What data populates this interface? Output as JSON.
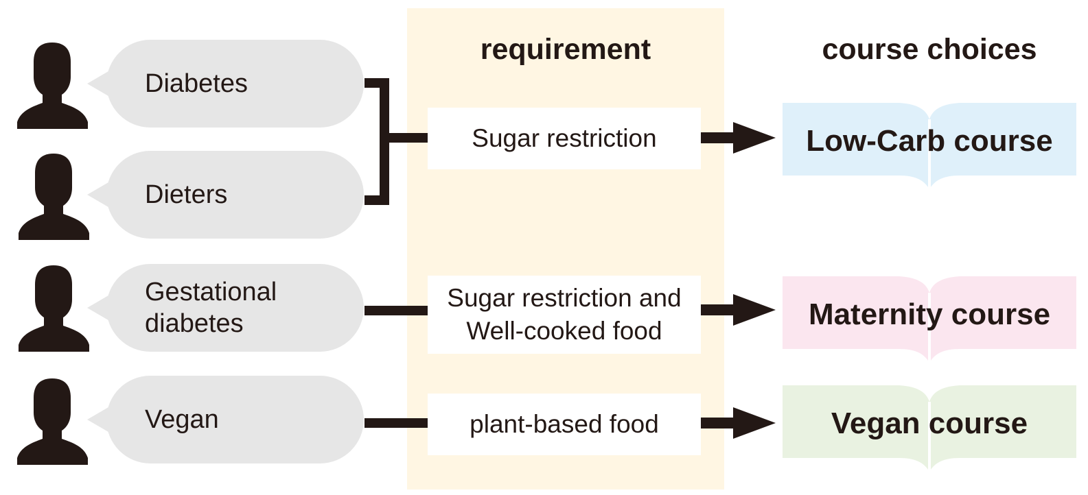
{
  "colors": {
    "ink": "#231815",
    "bubble": "#e6e6e6",
    "requirement_band": "#fff6e3",
    "low_carb": "#dff0fa",
    "maternity": "#fbe6ef",
    "vegan": "#e9f2e1"
  },
  "headers": {
    "requirement": "requirement",
    "course_choices": "course choices"
  },
  "people": [
    {
      "label": "Diabetes",
      "icon": "person-silhouette-icon"
    },
    {
      "label": "Dieters",
      "icon": "person-silhouette-icon"
    },
    {
      "label": "Gestational\ndiabetes",
      "icon": "person-silhouette-icon"
    },
    {
      "label": "Vegan",
      "icon": "person-silhouette-icon"
    }
  ],
  "requirements": [
    {
      "label": "Sugar restriction"
    },
    {
      "label": "Sugar restriction and\nWell-cooked food"
    },
    {
      "label": "plant-based food"
    }
  ],
  "courses": [
    {
      "label": "Low-Carb course",
      "icon": "open-book-icon"
    },
    {
      "label": "Maternity course",
      "icon": "open-book-icon"
    },
    {
      "label": "Vegan course",
      "icon": "open-book-icon"
    }
  ]
}
